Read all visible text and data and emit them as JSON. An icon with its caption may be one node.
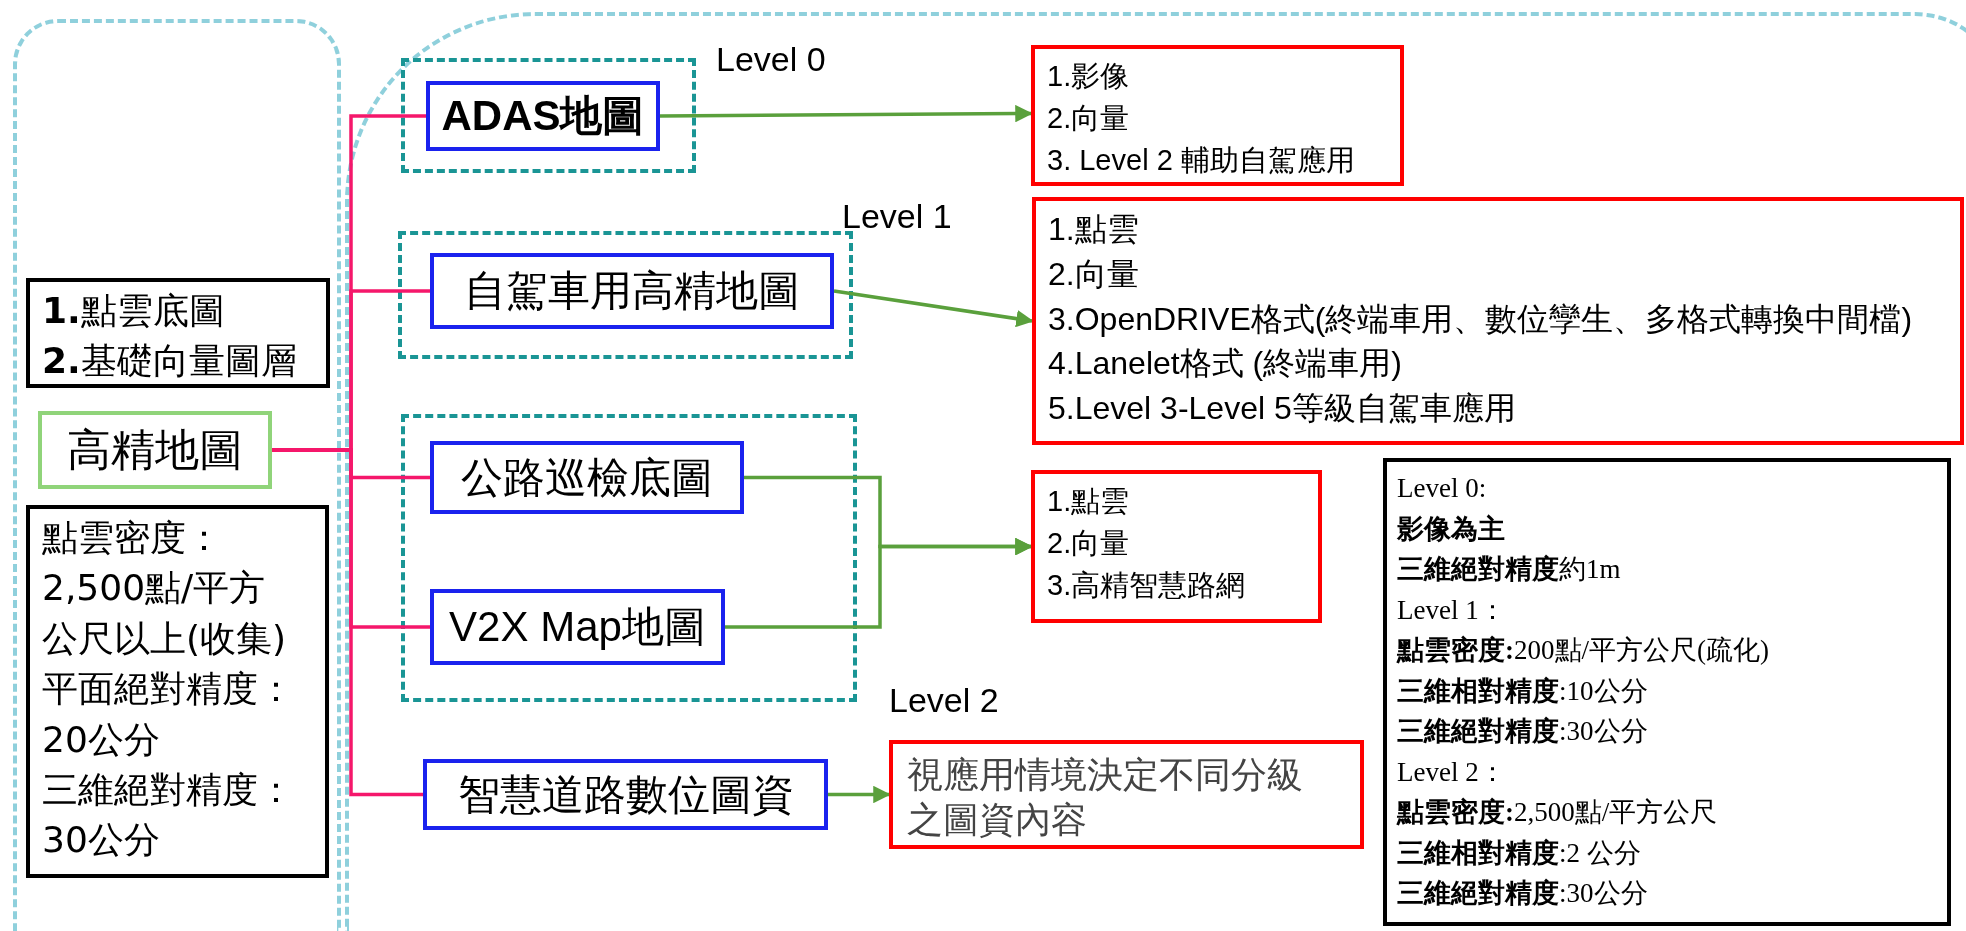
{
  "diagram": {
    "nodes": [
      {
        "text": [],
        "shape": "box"
      },
      {
        "text": [],
        "shape": "box"
      },
      {
        "text": [
          "**1.**點雲底圖",
          "**2.**基礎向量圖層"
        ],
        "in": 0
      },
      {
        "text": [
          "高精地圖"
        ],
        "in": 0
      },
      {
        "text": [
          "點雲密度：2,500點/平方公尺以上(收集)",
          "平面絕對精度：20公分",
          "三維絕對精度：30公分"
        ],
        "in": 0
      },
      {
        "text": [],
        "shape": "box",
        "in": 1,
        "beside": [
          "Level 0"
        ]
      },
      {
        "text": [
          "ADAS地圖"
        ],
        "in": 5
      },
      {
        "text": [],
        "shape": "box",
        "in": 1,
        "beside": [
          "Level 1"
        ]
      },
      {
        "text": [
          "自駕車用高精地圖"
        ],
        "in": 7
      },
      {
        "text": [],
        "shape": "box",
        "in": 1,
        "beside": [
          "Level 2"
        ]
      },
      {
        "text": [
          "公路巡檢底圖"
        ],
        "in": 9
      },
      {
        "text": [
          "V2X Map地圖"
        ],
        "in": 9
      },
      {
        "text": [
          "智慧道路數位圖資"
        ],
        "in": 1
      },
      {
        "text": [
          "1.影像",
          "2.向量",
          "3. Level 2 輔助自駕應用"
        ],
        "in": 1
      },
      {
        "text": [
          "1.點雲",
          "2.向量",
          "3.OpenDRIVE格式(終端車用、數位孿生、多格式轉換中間檔)",
          "4.Lanelet格式 (終端車用)",
          "5.Level 3-Level 5等級自駕車應用"
        ],
        "in": 1
      },
      {
        "text": [
          "1.點雲",
          "2.向量",
          "3.高精智慧路網"
        ],
        "in": 1
      },
      {
        "text": [
          "視應用情境決定不同分級之圖資內容"
        ],
        "in": 1
      },
      {
        "text": [
          "Level 0:",
          "**影像為主**",
          "**三維絕對精度**約1m",
          "Level 1：",
          "**點雲密度:**200點/平方公尺(疏化)",
          "**三維相對精度**:10公分",
          "**三維絕對精度**:30公分",
          "Level 2：",
          "**點雲密度:**2,500點/平方公尺",
          "**三維相對精度**:2 公分",
          "**三維絕對精度**:30公分"
        ],
        "in": 1
      }
    ],
    "edges": [
      {
        "from": 3,
        "to": 6,
        "arrow": "none",
        "color": "#f5176b"
      },
      {
        "from": 3,
        "to": 8,
        "arrow": "none",
        "color": "#f5176b"
      },
      {
        "from": 3,
        "to": 10,
        "arrow": "none",
        "color": "#f5176b"
      },
      {
        "from": 3,
        "to": 11,
        "arrow": "none",
        "color": "#f5176b"
      },
      {
        "from": 3,
        "to": 12,
        "arrow": "none",
        "color": "#f5176b"
      },
      {
        "from": 6,
        "to": 13,
        "arrow": "to",
        "color": "#5aa03c"
      },
      {
        "from": 8,
        "to": 14,
        "arrow": "to",
        "color": "#5aa03c"
      },
      {
        "from": 10,
        "to": 15,
        "arrow": "to",
        "color": "#5aa03c"
      },
      {
        "from": 11,
        "to": 15,
        "arrow": "to",
        "color": "#5aa03c"
      },
      {
        "from": 12,
        "to": 16,
        "arrow": "to",
        "color": "#5aa03c"
      }
    ]
  }
}
